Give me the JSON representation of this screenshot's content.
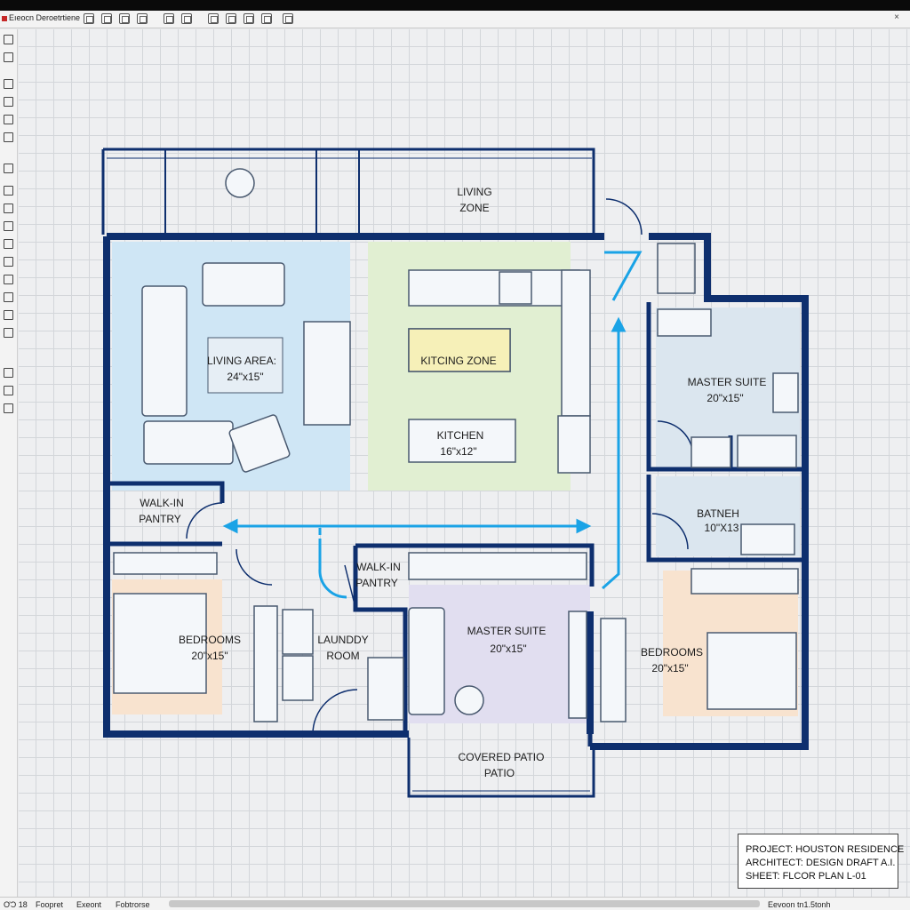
{
  "app": {
    "title": "Eıeocn Deroetrtiene",
    "close_glyph": "×"
  },
  "rooms": {
    "living_zone_line1": "LIVING",
    "living_zone_line2": "ZONE",
    "living_area_line1": "LIVING AREA:",
    "living_area_line2": "24\"x15\"",
    "kitchen_zone": "KITCING ZONE",
    "kitchen_line1": "KITCHEN",
    "kitchen_line2": "16\"x12\"",
    "master_suite_top_line1": "MASTER SUITE",
    "master_suite_top_line2": "20\"x15\"",
    "walkin_pantry_left_line1": "WALK-IN",
    "walkin_pantry_left_line2": "PANTRY",
    "bath_line1": "BATNEH",
    "bath_line2": "10\"X13",
    "walkin_pantry_mid_line1": "WALK-IN",
    "walkin_pantry_mid_line2": "PANTRY",
    "bedrooms_left_line1": "BEDROOMS",
    "bedrooms_left_line2": "20\"x15\"",
    "laundry_line1": "LAUNDDY",
    "laundry_line2": "ROOM",
    "master_suite_mid_line1": "MASTER SUITE",
    "master_suite_mid_line2": "20\"x15\"",
    "bedrooms_right_line1": "BEDROOMS",
    "bedrooms_right_line2": "20\"x15\"",
    "patio_line1": "COVERED PATIO",
    "patio_line2": "PATIO"
  },
  "info": {
    "project": "PROJECT: HOUSTON RESIDENCE",
    "architect": "ARCHITECT: DESIGN DRAFT A.I.",
    "sheet": "SHEET: FLCOR PLAN L-01"
  },
  "status": {
    "coords": "ƠƆ 18",
    "tab1": "Foopret",
    "tab2": "Exeont",
    "tab3": "Fobtrorse",
    "right": "Eevoon tn1.5tonh"
  },
  "colors": {
    "wall": "#0e2f6e",
    "living": "#cfe6f5",
    "kitchen": "#e1efd2",
    "bedroom": "#f8e3cf",
    "master": "#e1def0",
    "bath": "#dbe6ef",
    "arrow": "#1aa3e6"
  }
}
